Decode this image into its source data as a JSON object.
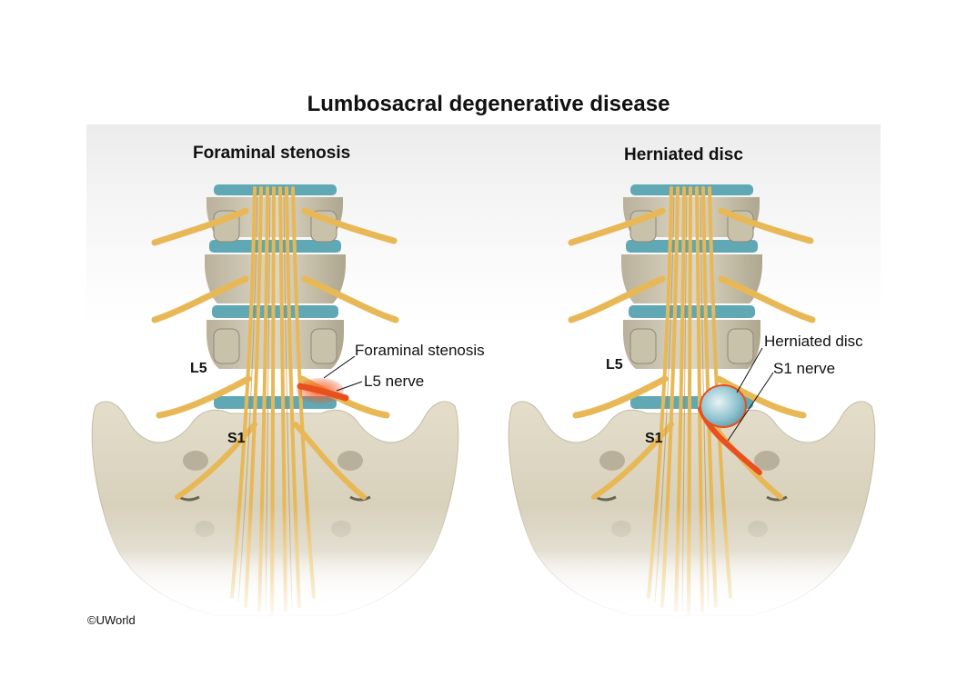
{
  "title": "Lumbosacral degenerative disease",
  "panels": [
    {
      "heading": "Foraminal stenosis",
      "callouts": [
        "Foraminal stenosis",
        "L5 nerve"
      ],
      "levels": [
        "L5",
        "S1"
      ]
    },
    {
      "heading": "Herniated disc",
      "callouts": [
        "Herniated disc",
        "S1 nerve"
      ],
      "levels": [
        "L5",
        "S1"
      ]
    }
  ],
  "copyright": "©UWorld",
  "colors": {
    "bone": "#d8d2bf",
    "bone_shadow": "#a79f89",
    "disc": "#5fa8b4",
    "nerve": "#e8b857",
    "nerve_edge": "#b8852d",
    "stenosis": "#e8501e",
    "herniation": "#8fc3cf"
  }
}
